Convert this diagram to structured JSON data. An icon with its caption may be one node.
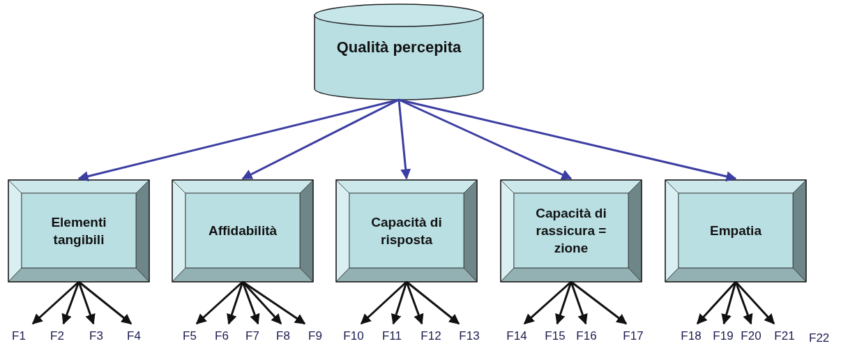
{
  "diagram": {
    "nodes": [
      {
        "text": [
          "Qualità percepita"
        ]
      },
      {
        "text": [
          "Elementi tangibili"
        ]
      },
      {
        "text": [
          "Affidabilità"
        ]
      },
      {
        "text": [
          "Capacità di risposta"
        ]
      },
      {
        "text": [
          "Capacità di rassicura = zione"
        ]
      },
      {
        "text": [
          "Empatia"
        ]
      },
      {
        "text": [
          "F1"
        ]
      },
      {
        "text": [
          "F2"
        ]
      },
      {
        "text": [
          "F3"
        ]
      },
      {
        "text": [
          "F4"
        ]
      },
      {
        "text": [
          "F5"
        ]
      },
      {
        "text": [
          "F6"
        ]
      },
      {
        "text": [
          "F7"
        ]
      },
      {
        "text": [
          "F8"
        ]
      },
      {
        "text": [
          "F9"
        ]
      },
      {
        "text": [
          "F10"
        ]
      },
      {
        "text": [
          "F11"
        ]
      },
      {
        "text": [
          "F12"
        ]
      },
      {
        "text": [
          "F13"
        ]
      },
      {
        "text": [
          "F14"
        ]
      },
      {
        "text": [
          "F15"
        ]
      },
      {
        "text": [
          "F16"
        ]
      },
      {
        "text": [
          "F17"
        ]
      },
      {
        "text": [
          "F18"
        ]
      },
      {
        "text": [
          "F19"
        ]
      },
      {
        "text": [
          "F20"
        ]
      },
      {
        "text": [
          "F21"
        ]
      }
    ],
    "edges": [
      {
        "from": 0,
        "to": 1,
        "arrow": "to",
        "color": "#3c3ea2"
      },
      {
        "from": 0,
        "to": 2,
        "arrow": "to",
        "color": "#3c3ea2"
      },
      {
        "from": 0,
        "to": 3,
        "arrow": "to",
        "color": "#3c3ea2"
      },
      {
        "from": 0,
        "to": 4,
        "arrow": "to",
        "color": "#3c3ea2"
      },
      {
        "from": 0,
        "to": 5,
        "arrow": "to",
        "color": "#3c3ea2"
      },
      {
        "from": 1,
        "to": 6,
        "arrow": "to"
      },
      {
        "from": 1,
        "to": 7,
        "arrow": "to"
      },
      {
        "from": 1,
        "to": 8,
        "arrow": "to"
      },
      {
        "from": 1,
        "to": 9,
        "arrow": "to"
      },
      {
        "from": 2,
        "to": 10,
        "arrow": "to"
      },
      {
        "from": 2,
        "to": 11,
        "arrow": "to"
      },
      {
        "from": 2,
        "to": 12,
        "arrow": "to"
      },
      {
        "from": 2,
        "to": 13,
        "arrow": "to"
      },
      {
        "from": 2,
        "to": 14,
        "arrow": "to"
      },
      {
        "from": 3,
        "to": 15,
        "arrow": "to"
      },
      {
        "from": 3,
        "to": 16,
        "arrow": "to"
      },
      {
        "from": 3,
        "to": 17,
        "arrow": "to"
      },
      {
        "from": 3,
        "to": 18,
        "arrow": "to"
      },
      {
        "from": 4,
        "to": 19,
        "arrow": "to"
      },
      {
        "from": 4,
        "to": 20,
        "arrow": "to"
      },
      {
        "from": 4,
        "to": 21,
        "arrow": "to"
      },
      {
        "from": 4,
        "to": 22,
        "arrow": "to"
      },
      {
        "from": 5,
        "to": 23,
        "arrow": "to"
      },
      {
        "from": 5,
        "to": 24,
        "arrow": "to"
      },
      {
        "from": 5,
        "to": 25,
        "arrow": "to"
      },
      {
        "from": 5,
        "to": 26,
        "arrow": "to"
      }
    ],
    "labels": [
      "F22"
    ]
  }
}
